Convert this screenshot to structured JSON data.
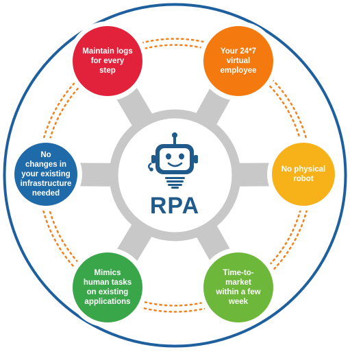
{
  "center": {
    "title": "RPA",
    "title_color": "#1f5a8a",
    "icon": "robot-icon",
    "icon_color": "#1f5a8a",
    "hub_color": "#c8c8c8"
  },
  "outer_ring_color": "#1e5f9e",
  "dotted_ring_color": "#f08423",
  "nodes": [
    {
      "label": "Maintain logs\nfor every\nstep",
      "color": "#e1223a"
    },
    {
      "label": "Your 24*7\nvirtual\nemployee",
      "color": "#f47a10"
    },
    {
      "label": "No physical\nrobot",
      "color": "#f7b21a"
    },
    {
      "label": "Time-to-\nmarket\nwithin a few\nweek",
      "color": "#6db83a"
    },
    {
      "label": "Mimics\nhuman tasks\non existing\napplications",
      "color": "#3aa64a"
    },
    {
      "label": "No\nchanges in\nyour existing\ninfrastructure\nneeded",
      "color": "#1f6aa8"
    }
  ]
}
